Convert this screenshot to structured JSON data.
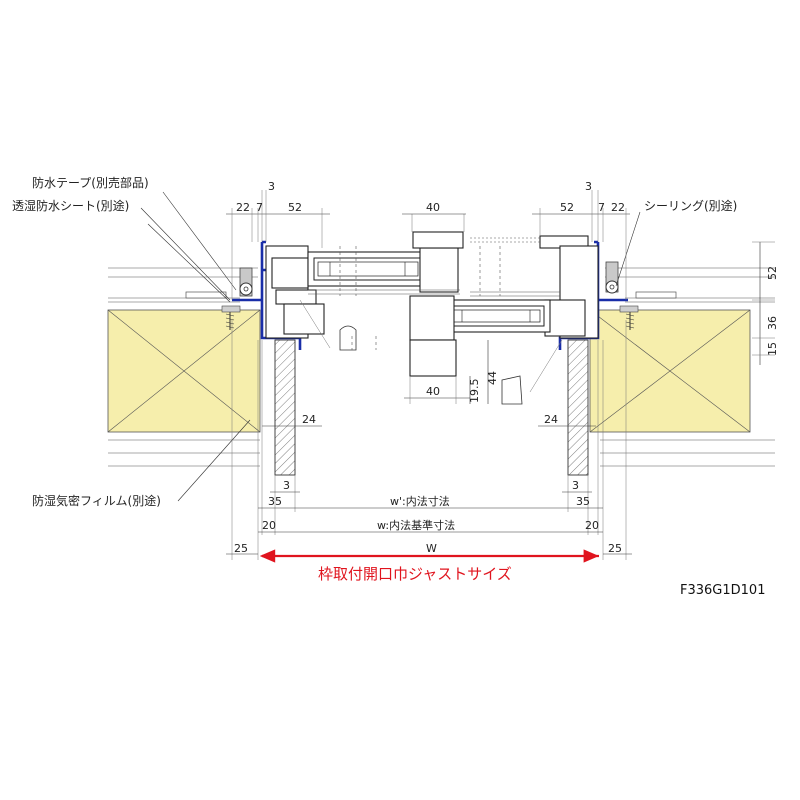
{
  "labels": {
    "waterproof_tape": "防水テープ(別売部品)",
    "moisture_sheet": "透湿防水シート(別途)",
    "sealing": "シーリング(別途)",
    "vapor_film": "防湿気密フィルム(別途)"
  },
  "dimensions": {
    "top_left_3": "3",
    "top_left_22": "22",
    "top_left_7": "7",
    "top_left_52": "52",
    "top_center_40": "40",
    "top_right_3": "3",
    "top_right_52": "52",
    "top_right_7": "7",
    "top_right_22": "22",
    "right_52": "52",
    "right_36": "36",
    "right_15": "15",
    "center_40_bottom": "40",
    "center_19_5": "19.5",
    "center_44": "44",
    "left_24": "24",
    "right_24": "24",
    "left_3_bottom": "3",
    "right_3_bottom": "3",
    "left_35": "35",
    "right_35": "35",
    "w_prime_label": "w':内法寸法",
    "left_20": "20",
    "right_20": "20",
    "w_label": "w:内法基準寸法",
    "left_25": "25",
    "right_25": "25",
    "W_label": "W"
  },
  "caption": {
    "opening_size": "枠取付開口巾ジャストサイズ",
    "code": "F336G1D101"
  },
  "colors": {
    "accent_red": "#e0141e",
    "frame_blue": "#1a2ea8",
    "wood_yellow": "#f6eeac"
  }
}
